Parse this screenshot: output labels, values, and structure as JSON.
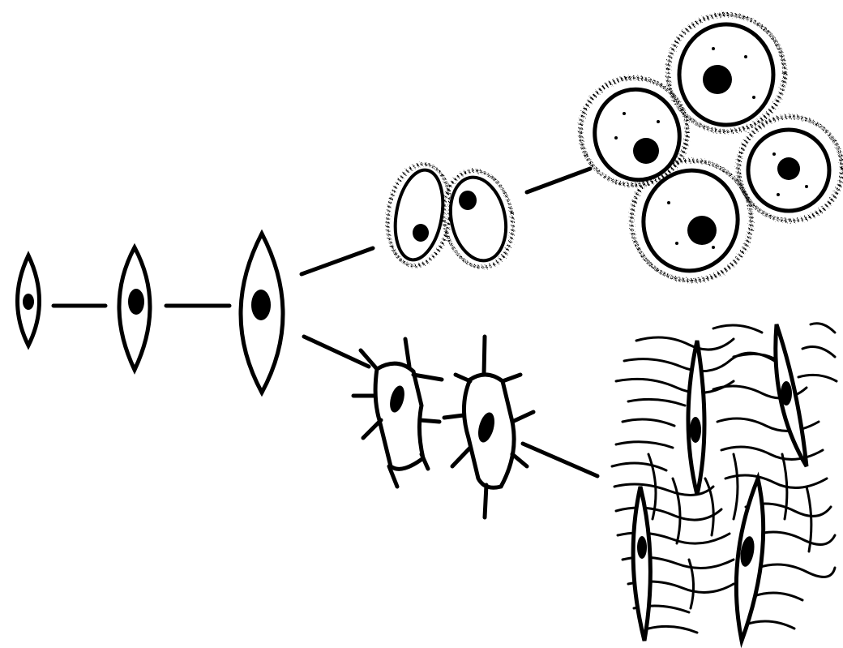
{
  "figure": {
    "labels": [],
    "colors": {
      "ink": "#000000",
      "background": "#ffffff"
    },
    "stages": [
      "small-spindle-cell",
      "medium-spindle-cell",
      "large-spindle-cell",
      "paired-round-cells",
      "cluster-of-four-round-cells",
      "pair-of-stellate-cells",
      "fibrous-tissue-with-embedded-cells"
    ]
  }
}
